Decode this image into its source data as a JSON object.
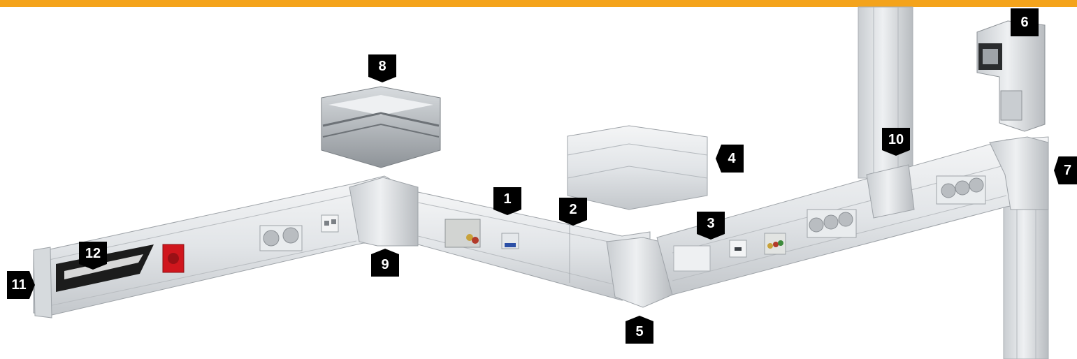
{
  "colors": {
    "accent_bar": "#f4a31b",
    "duct_light": "#e6e9eb",
    "duct_mid": "#c9cdd1",
    "duct_dark": "#9ea3a8",
    "marker_bg": "#000000",
    "marker_text": "#ffffff",
    "socket_red": "#d0161d"
  },
  "markers": [
    {
      "id": "1",
      "label": "1"
    },
    {
      "id": "2",
      "label": "2"
    },
    {
      "id": "3",
      "label": "3"
    },
    {
      "id": "4",
      "label": "4"
    },
    {
      "id": "5",
      "label": "5"
    },
    {
      "id": "6",
      "label": "6"
    },
    {
      "id": "7",
      "label": "7"
    },
    {
      "id": "8",
      "label": "8"
    },
    {
      "id": "9",
      "label": "9"
    },
    {
      "id": "10",
      "label": "10"
    },
    {
      "id": "11",
      "label": "11"
    },
    {
      "id": "12",
      "label": "12"
    }
  ]
}
